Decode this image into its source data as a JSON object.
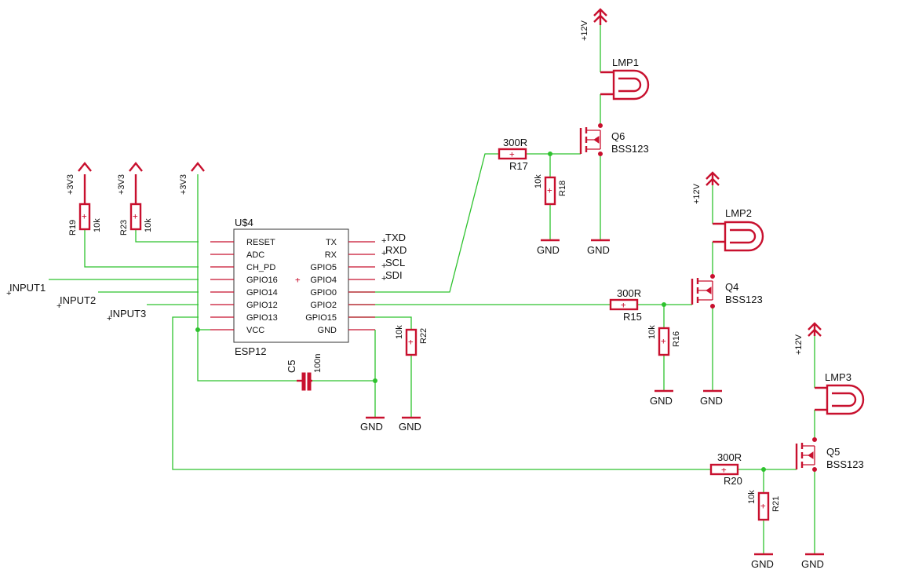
{
  "supplies": {
    "v33": "+3V3",
    "v12": "+12V",
    "gnd": "GND"
  },
  "ic": {
    "name": "U$4",
    "value": "ESP12",
    "left_pins": [
      "RESET",
      "ADC",
      "CH_PD",
      "GPIO16",
      "GPIO14",
      "GPIO12",
      "GPIO13",
      "VCC"
    ],
    "right_pins": [
      "TX",
      "RX",
      "GPIO5",
      "GPIO4",
      "GPIO0",
      "GPIO2",
      "GPIO15",
      "GND"
    ]
  },
  "net_labels": {
    "txd": "TXD",
    "rxd": "RXD",
    "scl": "SCL",
    "sdi": "SDI",
    "input1": "INPUT1",
    "input2": "INPUT2",
    "input3": "INPUT3"
  },
  "resistors": {
    "r19": {
      "name": "R19",
      "value": "10k"
    },
    "r23": {
      "name": "R23",
      "value": "10k"
    },
    "r22": {
      "name": "R22",
      "value": "10k"
    },
    "r17": {
      "name": "R17",
      "value": "300R"
    },
    "r18": {
      "name": "R18",
      "value": "10k"
    },
    "r15": {
      "name": "R15",
      "value": "300R"
    },
    "r16": {
      "name": "R16",
      "value": "10k"
    },
    "r20": {
      "name": "R20",
      "value": "300R"
    },
    "r21": {
      "name": "R21",
      "value": "10k"
    }
  },
  "capacitor": {
    "name": "C5",
    "value": "100n"
  },
  "transistors": {
    "q6": {
      "name": "Q6",
      "value": "BSS123"
    },
    "q4": {
      "name": "Q4",
      "value": "BSS123"
    },
    "q5": {
      "name": "Q5",
      "value": "BSS123"
    }
  },
  "lamps": {
    "lmp1": "LMP1",
    "lmp2": "LMP2",
    "lmp3": "LMP3"
  }
}
